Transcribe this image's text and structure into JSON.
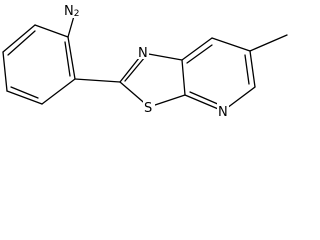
{
  "molecule": {
    "atoms": {
      "amine": {
        "element": "N",
        "hydrogens": "2"
      },
      "thiazole_n": {
        "element": "N"
      },
      "sulfur": {
        "element": "S"
      },
      "pyridine_n": {
        "element": "N"
      }
    },
    "colors": {
      "bond": "#000000",
      "label": "#000000",
      "background": "#ffffff"
    }
  }
}
